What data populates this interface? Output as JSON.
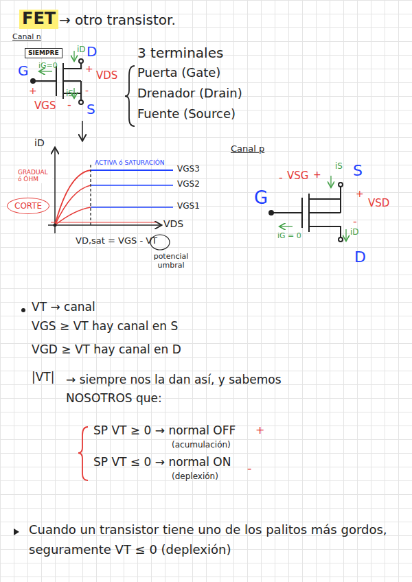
{
  "diagram": {
    "title": "FET",
    "nodes": [
      {
        "text": [
          "SIEMPRE"
        ]
      },
      {
        "text": [
          "CORTE"
        ]
      }
    ],
    "labels": [
      "→ otro transistor.",
      "Canal n",
      "iD",
      "D",
      "G",
      "iG=0",
      "+",
      "VDS",
      "-",
      "iS",
      "+",
      "VGS",
      "-",
      "S",
      "3 terminales",
      "Puerta (Gate)",
      "Drenador (Drain)",
      "Fuente (Source)",
      "iD",
      "ACTIVA ó SATURACIÓN",
      "GRADUAL ó ÓHM",
      "VGS3",
      "VGS2",
      "VGS1",
      "VDS",
      "VD,sat = VGS - VT",
      "potencial umbral",
      "Canal p",
      "-",
      "VSG",
      "+",
      "iS",
      "S",
      "G",
      "+",
      "VSD",
      "-",
      "iD",
      "iG = 0",
      "D",
      "VT → canal",
      "VGS ≥ VT hay canal en S",
      "VGD ≥ VT hay canal en D",
      "|VT|",
      "→ siempre nos la dan así, y sabemos NOSOTROS que:",
      "SP VT ≥ 0 → normal OFF",
      "(acumulación)",
      "+",
      "SP VT ≤ 0 → normal ON",
      "(deplexión)",
      "-",
      "Cuando un transistor tiene uno de los palitos más gordos, seguramente VT ≤ 0 (deplexión)"
    ]
  }
}
